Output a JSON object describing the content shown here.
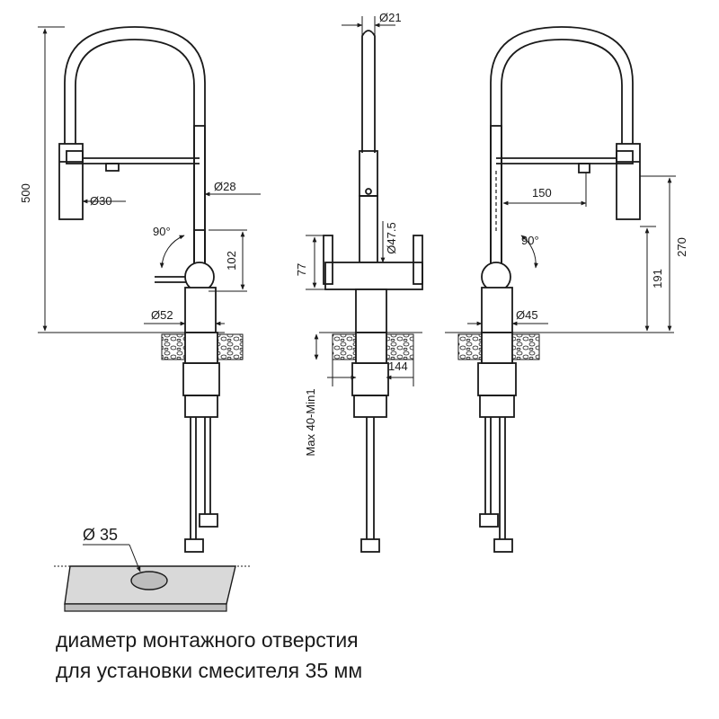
{
  "dimensions": {
    "height_total": "500",
    "spout_dia": "Ø30",
    "body_dia_top": "Ø28",
    "angle_left": "90°",
    "lever_height": "102",
    "base_dia": "Ø52",
    "top_dia": "Ø21",
    "lever_dia": "Ø47.5",
    "side_77": "77",
    "width_144": "144",
    "thickness": "Max 40-Min1",
    "reach": "150",
    "angle_right": "90°",
    "height_191": "191",
    "height_270": "270",
    "base_dia_right": "Ø45",
    "hole_dia": "Ø 35"
  },
  "caption": {
    "line1": "диаметр монтажного отверстия",
    "line2": "для установки смесителя 35 мм"
  },
  "colors": {
    "line": "#1a1a1a",
    "countertop": "#d9d9d9",
    "hole": "#bdbdbd"
  }
}
